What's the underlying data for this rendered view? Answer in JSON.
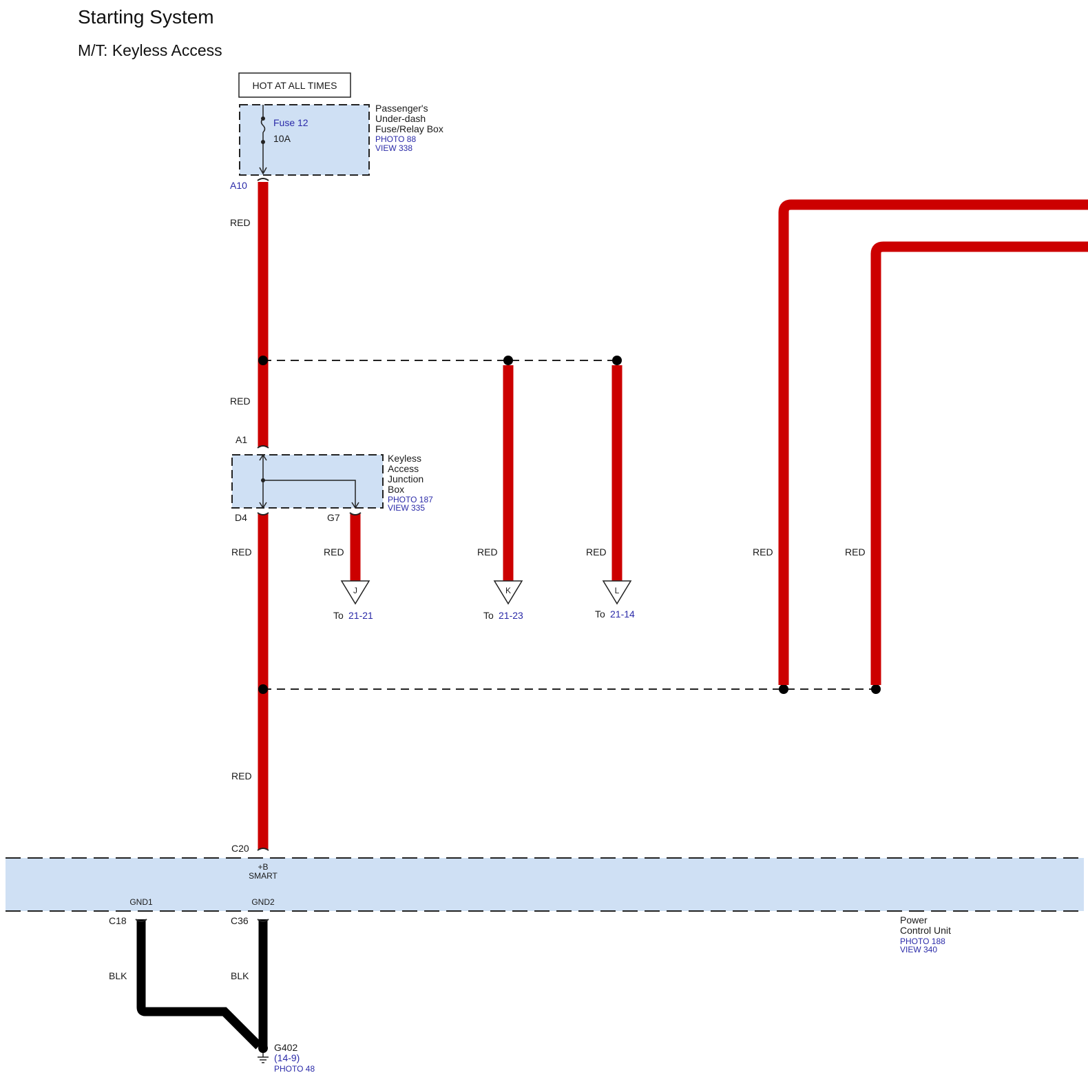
{
  "title": "Starting System",
  "subtitle": "M/T: Keyless Access",
  "colors": {
    "wire_red": "#cc0000",
    "wire_black": "#000000",
    "box_fill": "#cfe0f4",
    "link_blue": "#2a2aa8"
  },
  "hot_label": "HOT AT ALL TIMES",
  "fuse_box": {
    "fuse_name": "Fuse 12",
    "fuse_rating": "10A",
    "name_lines": [
      "Passenger's",
      "Under-dash",
      "Fuse/Relay Box"
    ],
    "photo": "PHOTO 88",
    "view": "VIEW 338",
    "pin": "A10"
  },
  "junction_box": {
    "name_lines": [
      "Keyless",
      "Access",
      "Junction",
      "Box"
    ],
    "photo": "PHOTO 187",
    "view": "VIEW 335",
    "pin_in": "A1",
    "pin_out1": "D4",
    "pin_out2": "G7"
  },
  "wire_labels": {
    "a10_to_splice": "RED",
    "splice_to_a1": "RED",
    "d4_down": "RED",
    "g7_down": "RED",
    "branch_k": "RED",
    "branch_l": "RED",
    "right1": "RED",
    "right2": "RED",
    "to_c20": "RED",
    "gnd1": "BLK",
    "gnd2": "BLK"
  },
  "connectors": {
    "j": {
      "letter": "J",
      "to_prefix": "To",
      "ref": "21-21"
    },
    "k": {
      "letter": "K",
      "to_prefix": "To",
      "ref": "21-23"
    },
    "l": {
      "letter": "L",
      "to_prefix": "To",
      "ref": "21-14"
    }
  },
  "pcu": {
    "pin_power": "C20",
    "power_label_line1": "+B",
    "power_label_line2": "SMART",
    "gnd1_label": "GND1",
    "gnd2_label": "GND2",
    "pin_gnd1": "C18",
    "pin_gnd2": "C36",
    "name_lines": [
      "Power",
      "Control Unit"
    ],
    "photo": "PHOTO 188",
    "view": "VIEW 340"
  },
  "ground": {
    "name": "G402",
    "ref": "(14-9)",
    "photo": "PHOTO 48"
  }
}
